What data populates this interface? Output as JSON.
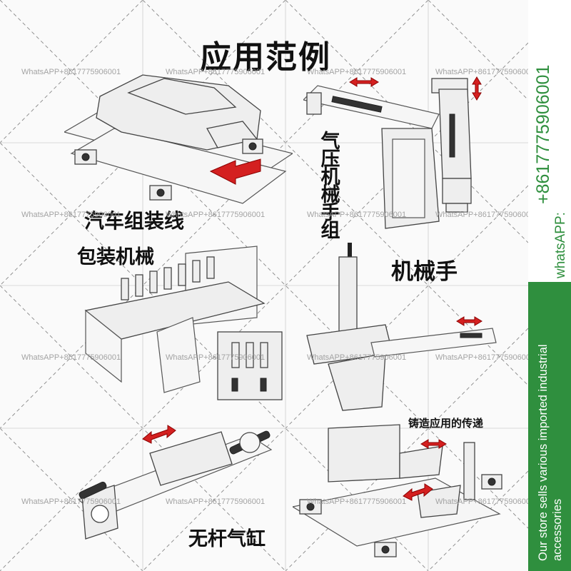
{
  "title": "应用范例",
  "labels": {
    "car_assembly": "汽车组装线",
    "packaging": "包装机械",
    "robot_arm": "机械手",
    "pneumatic_manipulator": "气压机械手组",
    "rodless_cylinder": "无杆气缸",
    "casting_transfer": "铸造应用的传递"
  },
  "watermark": "WhatsAPP+8617775906001",
  "sidebar": {
    "phone_prefix": "whatsAPP:",
    "phone_number": "+8617775906001",
    "store_line1": "Our store sells various imported industrial",
    "store_line2": "accessories",
    "top_color": "#ffffff",
    "bottom_color": "#2f8f3e"
  },
  "colors": {
    "arrow": "#d42020",
    "line_art": "#444444"
  }
}
